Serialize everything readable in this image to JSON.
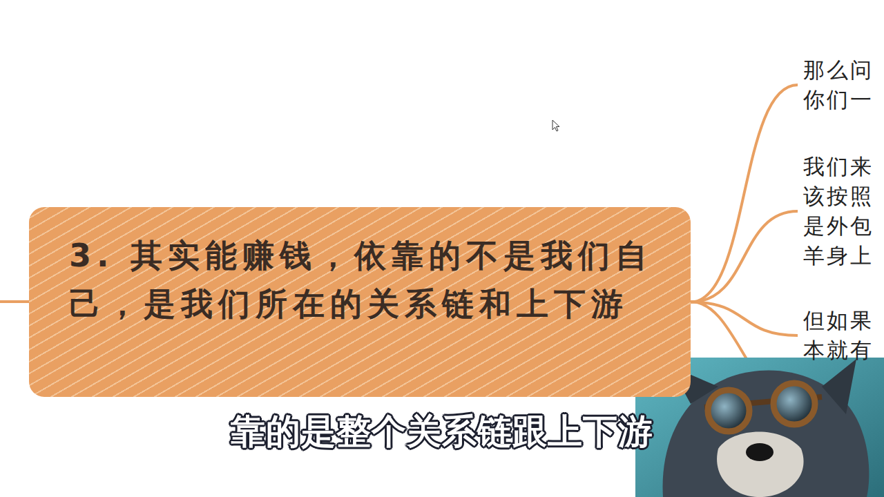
{
  "diagram": {
    "nodes": [
      {
        "text": [
          "3. 其实能赚钱，依靠的不是我们自己，是我们所在的关系链和上下游"
        ]
      },
      {
        "text": [
          "那么问 你们一"
        ]
      },
      {
        "text": [
          "我们来 该按照 是外包 羊身上"
        ]
      },
      {
        "text": [
          "但如果 本就有"
        ]
      }
    ],
    "edges": [
      {
        "from": 0,
        "to": 1,
        "arrow": "none"
      },
      {
        "from": 0,
        "to": 2,
        "arrow": "none"
      },
      {
        "from": 0,
        "to": 3,
        "arrow": "none"
      }
    ],
    "labels": [
      "靠的是整个关系链跟上下游"
    ]
  }
}
